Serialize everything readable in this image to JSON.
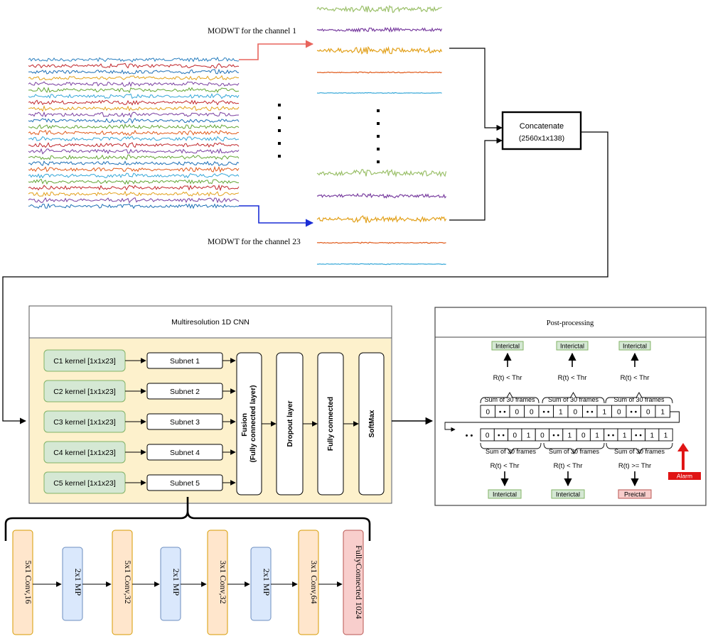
{
  "top": {
    "channel1_label": "MODWT for the channel 1",
    "channel23_label": "MODWT for the channel 23",
    "concat_title": "Concatenate",
    "concat_dims": "(2560x1x138)",
    "eeg_colors": [
      "#2a7fbf",
      "#c0262b",
      "#1e6fb5",
      "#e2a01a",
      "#7a3fa0",
      "#62a535",
      "#35a7d8",
      "#c0262b",
      "#e2a01a",
      "#7a3fa0",
      "#1e6fb5",
      "#62a535",
      "#e05a1a",
      "#35a7d8",
      "#c0262b",
      "#7a3fa0",
      "#62a535",
      "#1e6fb5",
      "#e05a1a",
      "#35a7d8",
      "#62a535",
      "#c0262b",
      "#e2a01a",
      "#7a3fa0",
      "#1e6fb5"
    ],
    "wavelet_colors": [
      "#9bc06a",
      "#7a3fa0",
      "#e2a01a",
      "#e05a1a",
      "#35a7d8"
    ],
    "arrow_channel1_color": "#e8645c",
    "arrow_channel23_color": "#1a2dd6"
  },
  "cnn": {
    "title": "Multiresolution  1D CNN",
    "kernels": [
      "C1 kernel [1x1x23]",
      "C2 kernel [1x1x23]",
      "C3 kernel [1x1x23]",
      "C4 kernel [1x1x23]",
      "C5 kernel [1x1x23]"
    ],
    "subnets": [
      "Subnet 1",
      "Subnet 2",
      "Subnet 3",
      "Subnet 4",
      "Subnet 5"
    ],
    "fusion_line1": "Fusion",
    "fusion_line2": "(Fully connected layer)",
    "dropout": "Dropout layer",
    "fully_connected": "Fully connected",
    "softmax": "SoftMax",
    "panel_color": "#fdf1cc",
    "kernel_color": "#d5e8d4"
  },
  "subnet_layers": [
    {
      "label": "5x1 Conv,16",
      "kind": "conv"
    },
    {
      "label": "2x1 MP",
      "kind": "pool"
    },
    {
      "label": "5x1 Conv,32",
      "kind": "conv"
    },
    {
      "label": "2x1 MP",
      "kind": "pool"
    },
    {
      "label": "3x1 Conv,32",
      "kind": "conv"
    },
    {
      "label": "2x1 MP",
      "kind": "pool"
    },
    {
      "label": "3x1 Conv,64",
      "kind": "conv"
    },
    {
      "label": "FullyConnected 1024",
      "kind": "fc"
    }
  ],
  "post": {
    "title": "Post-processing",
    "top_states": [
      "Interictal",
      "Interictal",
      "Interictal"
    ],
    "top_conditions": [
      "R(t) < Thr",
      "R(t) < Thr",
      "R(t) < Thr"
    ],
    "top_sums": [
      "Sum of 30 frames",
      "Sum of 30 frames",
      "Sum of 30 frames"
    ],
    "row1": [
      "0",
      "• •",
      "0",
      "0",
      "• •",
      "1",
      "0",
      "• •",
      "1",
      "0",
      "• •",
      "0",
      "1"
    ],
    "row2": [
      "0",
      "• •",
      "0",
      "1",
      "0",
      "• •",
      "1",
      "0",
      "1",
      "• •",
      "1",
      "• •",
      "1",
      "1"
    ],
    "row2_lead": "• •",
    "bottom_sums": [
      "Sum of 30 frames",
      "Sum of 30 frames",
      "Sum of 30 frames"
    ],
    "bottom_conditions": [
      "R(t) < Thr",
      "R(t) < Thr",
      "R(t) >= Thr"
    ],
    "bottom_states": [
      "Interictal",
      "Interictal",
      "Preictal"
    ],
    "alarm": "Alarm",
    "interictal_color": "#d5e8d4",
    "preictal_color": "#f8cecc",
    "alarm_color": "#e01515"
  }
}
